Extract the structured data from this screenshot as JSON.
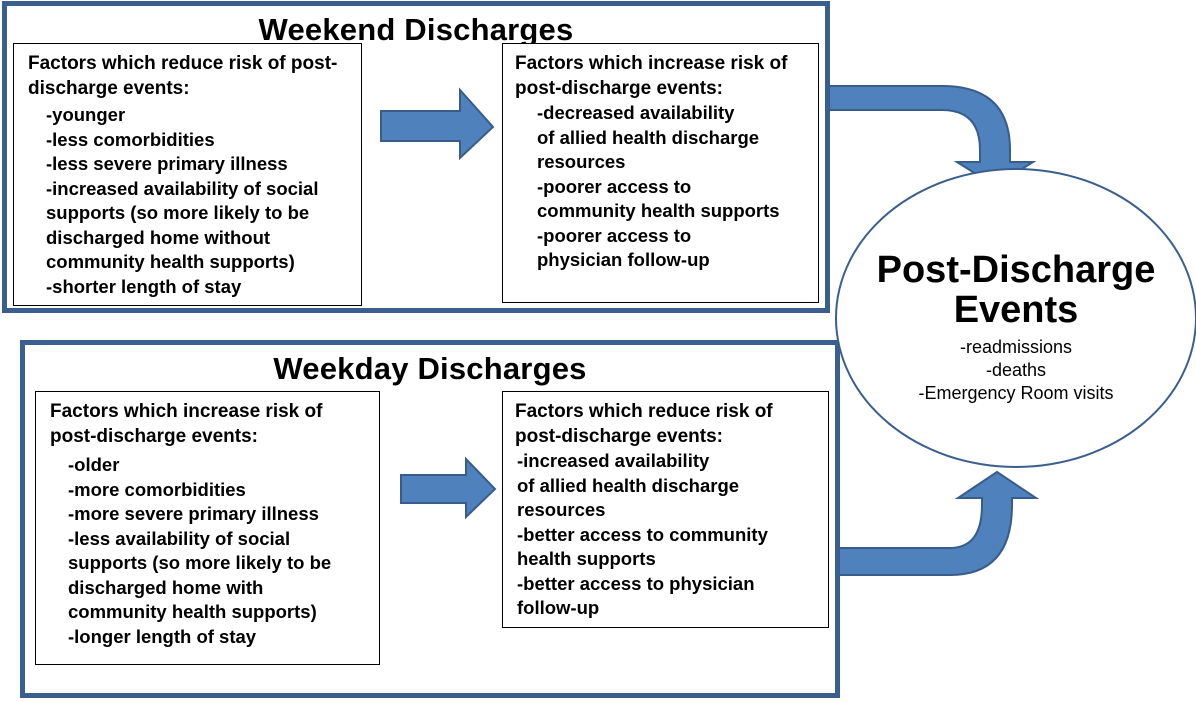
{
  "colors": {
    "panel_border": "#3a5f8f",
    "arrow_fill": "#4f81bd",
    "arrow_stroke": "#385d8a"
  },
  "weekend": {
    "title": "Weekend Discharges",
    "left_box": {
      "heading": "Factors which reduce risk of post-discharge events:",
      "items": [
        "-younger",
        "-less comorbidities",
        "-less severe primary illness",
        "-increased availability of social\nsupports (so more likely to be\ndischarged home without\ncommunity health supports)",
        "-shorter length of stay"
      ]
    },
    "right_box": {
      "heading": "Factors which increase risk of post-discharge events:",
      "items": [
        "-decreased availability\nof allied health discharge\nresources",
        "-poorer access to\ncommunity health supports",
        "-poorer access to\nphysician follow-up"
      ]
    }
  },
  "weekday": {
    "title": "Weekday Discharges",
    "left_box": {
      "heading": "Factors which increase risk of post-discharge events:",
      "items": [
        "-older",
        "-more comorbidities",
        "-more severe primary illness",
        "-less availability of social\nsupports (so more likely to be\ndischarged home with\ncommunity health supports)",
        "-longer length of stay"
      ]
    },
    "right_box": {
      "heading": "Factors which reduce risk of post-discharge events:",
      "items": [
        "-increased availability\nof allied health discharge\nresources",
        "-better access to community\nhealth supports",
        "-better access to physician\nfollow-up"
      ]
    }
  },
  "outcome": {
    "title": "Post-Discharge Events",
    "items": [
      "-readmissions",
      "-deaths",
      "-Emergency Room visits"
    ]
  }
}
